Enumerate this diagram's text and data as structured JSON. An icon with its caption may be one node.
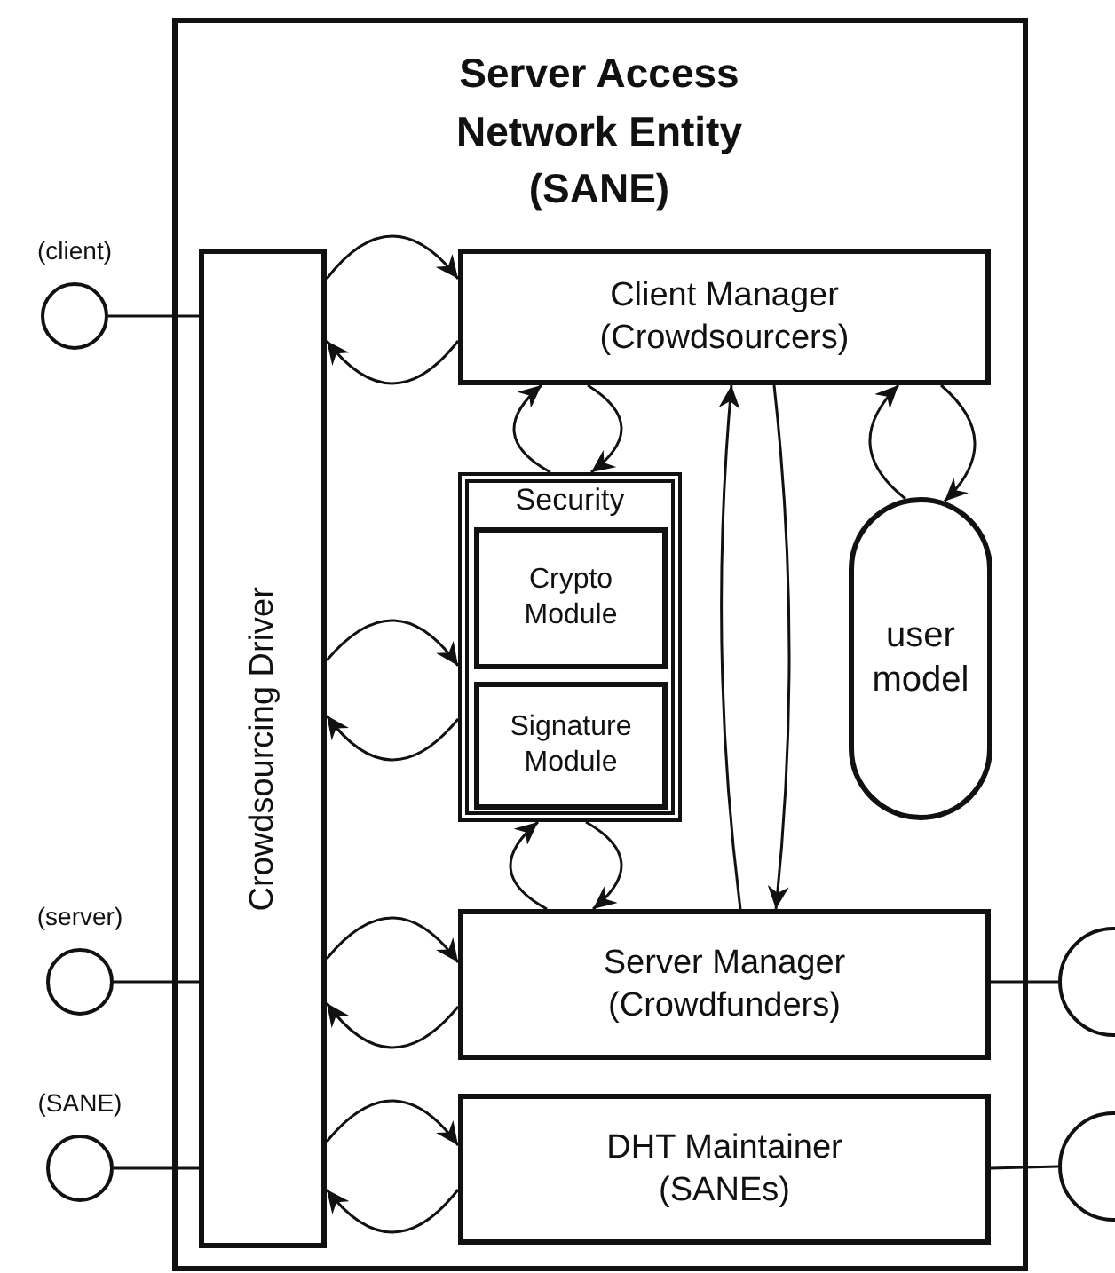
{
  "diagram": {
    "nodes": [
      {
        "text": [
          "Server Access Network Entity (SANE)"
        ]
      },
      {
        "text": [
          "Crowdsourcing Driver"
        ],
        "in": 0
      },
      {
        "text": [
          "Client Manager (Crowdsourcers)"
        ],
        "in": 0
      },
      {
        "text": [
          "Security"
        ],
        "in": 0
      },
      {
        "text": [
          "Crypto Module"
        ],
        "in": 3
      },
      {
        "text": [
          "Signature Module"
        ],
        "in": 3
      },
      {
        "text": [
          "user model"
        ],
        "in": 0
      },
      {
        "text": [
          "Server Manager (Crowdfunders)"
        ],
        "in": 0
      },
      {
        "text": [
          "DHT Maintainer (SANEs)"
        ],
        "in": 0
      },
      {
        "text": [],
        "shape": "circle",
        "beside": [
          "(client)"
        ]
      },
      {
        "text": [],
        "shape": "circle",
        "beside": [
          "(server)"
        ]
      },
      {
        "text": [],
        "shape": "circle",
        "beside": [
          "(SANE)"
        ]
      },
      {
        "text": [],
        "shape": "circle"
      },
      {
        "text": [],
        "shape": "circle"
      }
    ],
    "edges": [
      {
        "from": 9,
        "to": 1,
        "arrow": "none"
      },
      {
        "from": 10,
        "to": 1,
        "arrow": "none"
      },
      {
        "from": 11,
        "to": 1,
        "arrow": "none"
      },
      {
        "from": 1,
        "to": 2,
        "arrow": "to"
      },
      {
        "from": 2,
        "to": 1,
        "arrow": "to"
      },
      {
        "from": 1,
        "to": 3,
        "arrow": "to"
      },
      {
        "from": 3,
        "to": 1,
        "arrow": "to"
      },
      {
        "from": 1,
        "to": 7,
        "arrow": "to"
      },
      {
        "from": 7,
        "to": 1,
        "arrow": "to"
      },
      {
        "from": 1,
        "to": 8,
        "arrow": "to"
      },
      {
        "from": 8,
        "to": 1,
        "arrow": "to"
      },
      {
        "from": 3,
        "to": 2,
        "arrow": "to"
      },
      {
        "from": 2,
        "to": 3,
        "arrow": "to"
      },
      {
        "from": 7,
        "to": 3,
        "arrow": "to"
      },
      {
        "from": 3,
        "to": 7,
        "arrow": "to"
      },
      {
        "from": 7,
        "to": 2,
        "arrow": "to"
      },
      {
        "from": 2,
        "to": 7,
        "arrow": "to"
      },
      {
        "from": 6,
        "to": 2,
        "arrow": "to"
      },
      {
        "from": 2,
        "to": 6,
        "arrow": "to"
      },
      {
        "from": 7,
        "to": 12,
        "arrow": "none"
      },
      {
        "from": 8,
        "to": 13,
        "arrow": "none"
      }
    ]
  }
}
